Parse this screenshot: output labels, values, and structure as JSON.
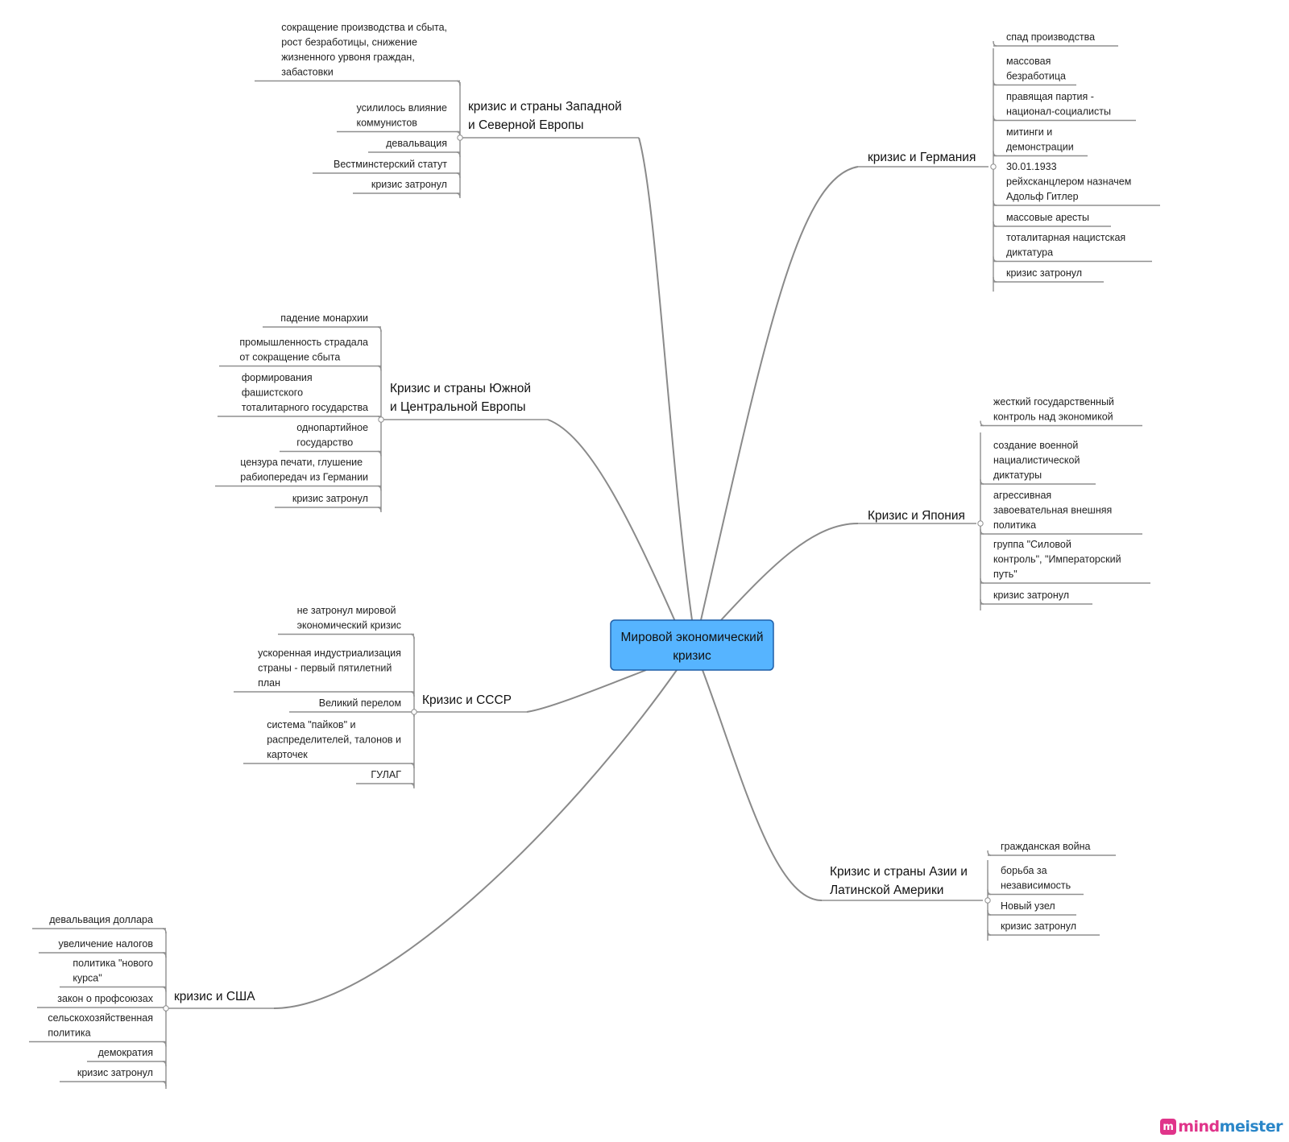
{
  "central": {
    "label_lines": [
      "Мировой экономический",
      "кризис"
    ]
  },
  "branches": [
    {
      "id": "west",
      "title_lines": [
        "кризис и страны Западной",
        "и Северной Европы"
      ],
      "items": [
        [
          "сокращение производства и сбыта,",
          "рост безработицы, снижение",
          "жизненного урвоня граждан,",
          "забастовки"
        ],
        [
          "усилилось влияние",
          "коммунистов"
        ],
        [
          "девальвация"
        ],
        [
          "Вестминстерский статут"
        ],
        [
          "кризис затронул"
        ]
      ]
    },
    {
      "id": "south",
      "title_lines": [
        "Кризис и страны Южной",
        "и Центральной Европы"
      ],
      "items": [
        [
          "падение монархии"
        ],
        [
          "промышленность страдала",
          "от сокращение сбыта"
        ],
        [
          "формирования",
          "фашистского",
          "тоталитарного государства"
        ],
        [
          "однопартийное",
          "государство"
        ],
        [
          "цензура печати, глушение",
          "рабиопередач из Германии"
        ],
        [
          "кризис затронул"
        ]
      ]
    },
    {
      "id": "ussr",
      "title_lines": [
        "Кризис и СССР"
      ],
      "items": [
        [
          "не затронул мировой",
          "экономический кризис"
        ],
        [
          "ускоренная индустриализация",
          "страны - первый пятилетний",
          "план"
        ],
        [
          "Великий перелом"
        ],
        [
          "система \"пайков\" и",
          "распределителей, талонов и",
          "карточек"
        ],
        [
          "ГУЛАГ"
        ]
      ]
    },
    {
      "id": "usa",
      "title_lines": [
        "кризис и США"
      ],
      "items": [
        [
          "девальвация доллара"
        ],
        [
          "увеличение налогов"
        ],
        [
          "политика \"нового",
          "курса\""
        ],
        [
          "закон о профсоюзах"
        ],
        [
          "сельскохозяйственная",
          "политика"
        ],
        [
          "демократия"
        ],
        [
          "кризис затронул"
        ]
      ]
    },
    {
      "id": "germany",
      "title_lines": [
        "кризис и Германия"
      ],
      "items": [
        [
          "спад производства"
        ],
        [
          "массовая",
          "безработица"
        ],
        [
          "правящая партия -",
          "национал-социалисты"
        ],
        [
          "митинги и",
          "демонстрации"
        ],
        [
          "30.01.1933",
          "рейхсканцлером назначем",
          "Адольф Гитлер"
        ],
        [
          "массовые аресты"
        ],
        [
          "тоталитарная нацистская",
          "диктатура"
        ],
        [
          "кризис затронул"
        ]
      ]
    },
    {
      "id": "japan",
      "title_lines": [
        "Кризис и Япония"
      ],
      "items": [
        [
          "жесткий государственный",
          "контроль над экономикой"
        ],
        [
          "создание военной",
          "нациалистической",
          "диктатуры"
        ],
        [
          "агрессивная",
          "завоевательная внешняя",
          "политика"
        ],
        [
          "группа \"Силовой",
          "контроль\", \"Императорский",
          "путь\""
        ],
        [
          "кризис затронул"
        ]
      ]
    },
    {
      "id": "asia",
      "title_lines": [
        "Кризис и страны Азии и",
        "Латинской Америки"
      ],
      "items": [
        [
          "гражданская война"
        ],
        [
          "борьба за",
          "независимость"
        ],
        [
          "Новый узел"
        ],
        [
          "кризис затронул"
        ]
      ]
    }
  ],
  "logo": {
    "mark": "m",
    "word_a": "mind",
    "word_b": "meister"
  },
  "colors": {
    "central_fill": "#56b4ff",
    "central_border": "#1f5fa8",
    "line": "#8f8f8f"
  }
}
